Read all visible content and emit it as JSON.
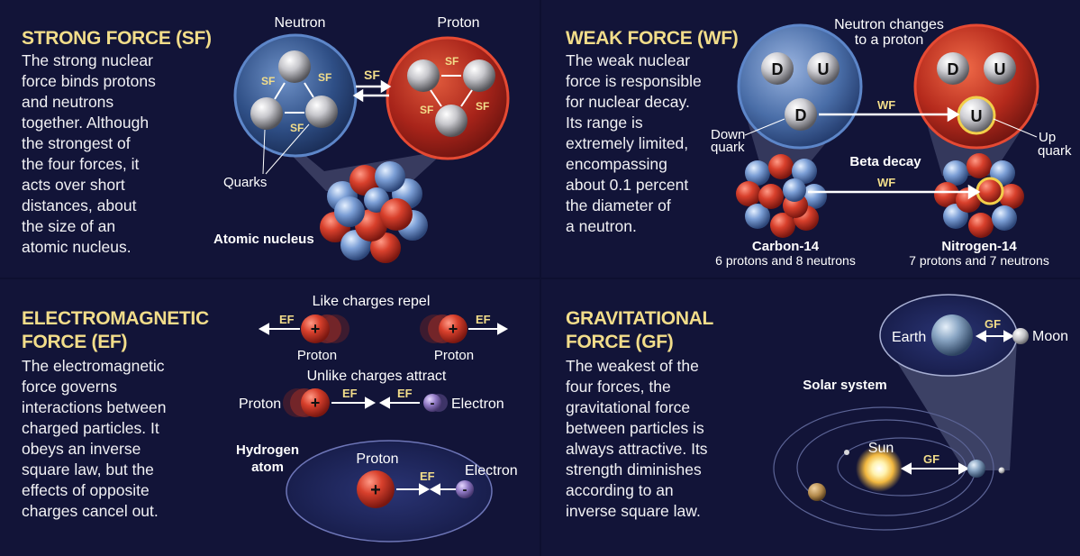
{
  "strong": {
    "title": "STRONG FORCE (SF)",
    "body": [
      "The strong nuclear",
      "force binds protons",
      "and neutrons",
      "together. Although",
      "the strongest of",
      "the four forces, it",
      "acts over short",
      "distances, about",
      "the size of an",
      "atomic nucleus."
    ],
    "labels": {
      "neutron": "Neutron",
      "proton": "Proton",
      "sf": "SF",
      "quarks": "Quarks",
      "nucleus": "Atomic nucleus"
    }
  },
  "weak": {
    "title": "WEAK FORCE (WF)",
    "body": [
      "The weak nuclear",
      "force is responsible",
      "for nuclear decay.",
      "Its range is",
      "extremely limited,",
      "encompassing",
      "about 0.1 percent",
      "the diameter of",
      "a neutron."
    ],
    "labels": {
      "changes1": "Neutron changes",
      "changes2": "to a proton",
      "d": "D",
      "u": "U",
      "wf": "WF",
      "down1": "Down",
      "down2": "quark",
      "up1": "Up",
      "up2": "quark",
      "beta": "Beta decay",
      "c14": "Carbon-14",
      "c14sub": "6 protons and 8 neutrons",
      "n14": "Nitrogen-14",
      "n14sub": "7 protons and 7 neutrons"
    }
  },
  "em": {
    "title": [
      "ELECTROMAGNETIC",
      "FORCE (EF)"
    ],
    "body": [
      "The electromagnetic",
      "force governs",
      "interactions between",
      "charged particles. It",
      "obeys an inverse",
      "square law, but the",
      "effects of opposite",
      "charges cancel out."
    ],
    "labels": {
      "like": "Like charges repel",
      "unlike": "Unlike charges attract",
      "ef": "EF",
      "proton": "Proton",
      "electron": "Electron",
      "hydrogen1": "Hydrogen",
      "hydrogen2": "atom",
      "plus": "+",
      "minus": "-"
    }
  },
  "grav": {
    "title": [
      "GRAVITATIONAL",
      "FORCE (GF)"
    ],
    "body": [
      "The weakest of the",
      "four forces, the",
      "gravitational force",
      "between particles is",
      "always attractive. Its",
      "strength diminishes",
      "according to an",
      "inverse square law."
    ],
    "labels": {
      "earth": "Earth",
      "moon": "Moon",
      "gf": "GF",
      "solar": "Solar system",
      "sun": "Sun"
    }
  },
  "colors": {
    "title": "#f2dd8a",
    "background": "#121438",
    "divider": "#3d3f6e"
  }
}
